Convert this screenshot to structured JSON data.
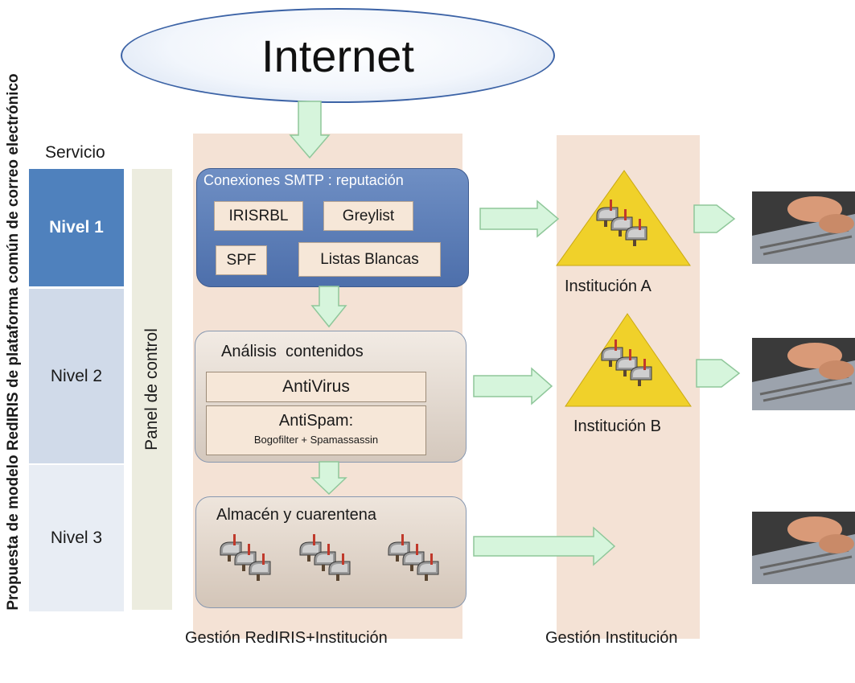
{
  "diagram": {
    "vertical_title": "Propuesta de modelo RedIRIS de plataforma común de correo electrónico",
    "internet_label": "Internet",
    "service_header": "Servicio",
    "levels": [
      "Nivel 1",
      "Nivel 2",
      "Nivel 3"
    ],
    "control_panel": "Panel de control",
    "smtp": {
      "title": "Conexiones SMTP : reputación",
      "tags": [
        "IRISRBL",
        "Greylist",
        "SPF",
        "Listas Blancas"
      ]
    },
    "analysis": {
      "title": "Análisis  contenidos",
      "antivirus": "AntiVirus",
      "antispam": "AntiSpam:",
      "antispam_detail": "Bogofilter + Spamassassin"
    },
    "storage": {
      "title": "Almacén y cuarentena"
    },
    "institutions": [
      "Institución A",
      "Institución B"
    ],
    "footers": {
      "left": "Gestión RedIRIS+Institución",
      "right": "Gestión Institución"
    },
    "colors": {
      "level1": "#4f81bd",
      "level2": "#d0dae9",
      "level3": "#e8edf4",
      "column_bg": "#f4e2d5",
      "arrow_fill": "#d6f5dc",
      "arrow_stroke": "#8fc79a",
      "triangle": "#f0d12a"
    },
    "icons": [
      "mailbox-cluster-icon",
      "laptop-typing-photo"
    ]
  }
}
